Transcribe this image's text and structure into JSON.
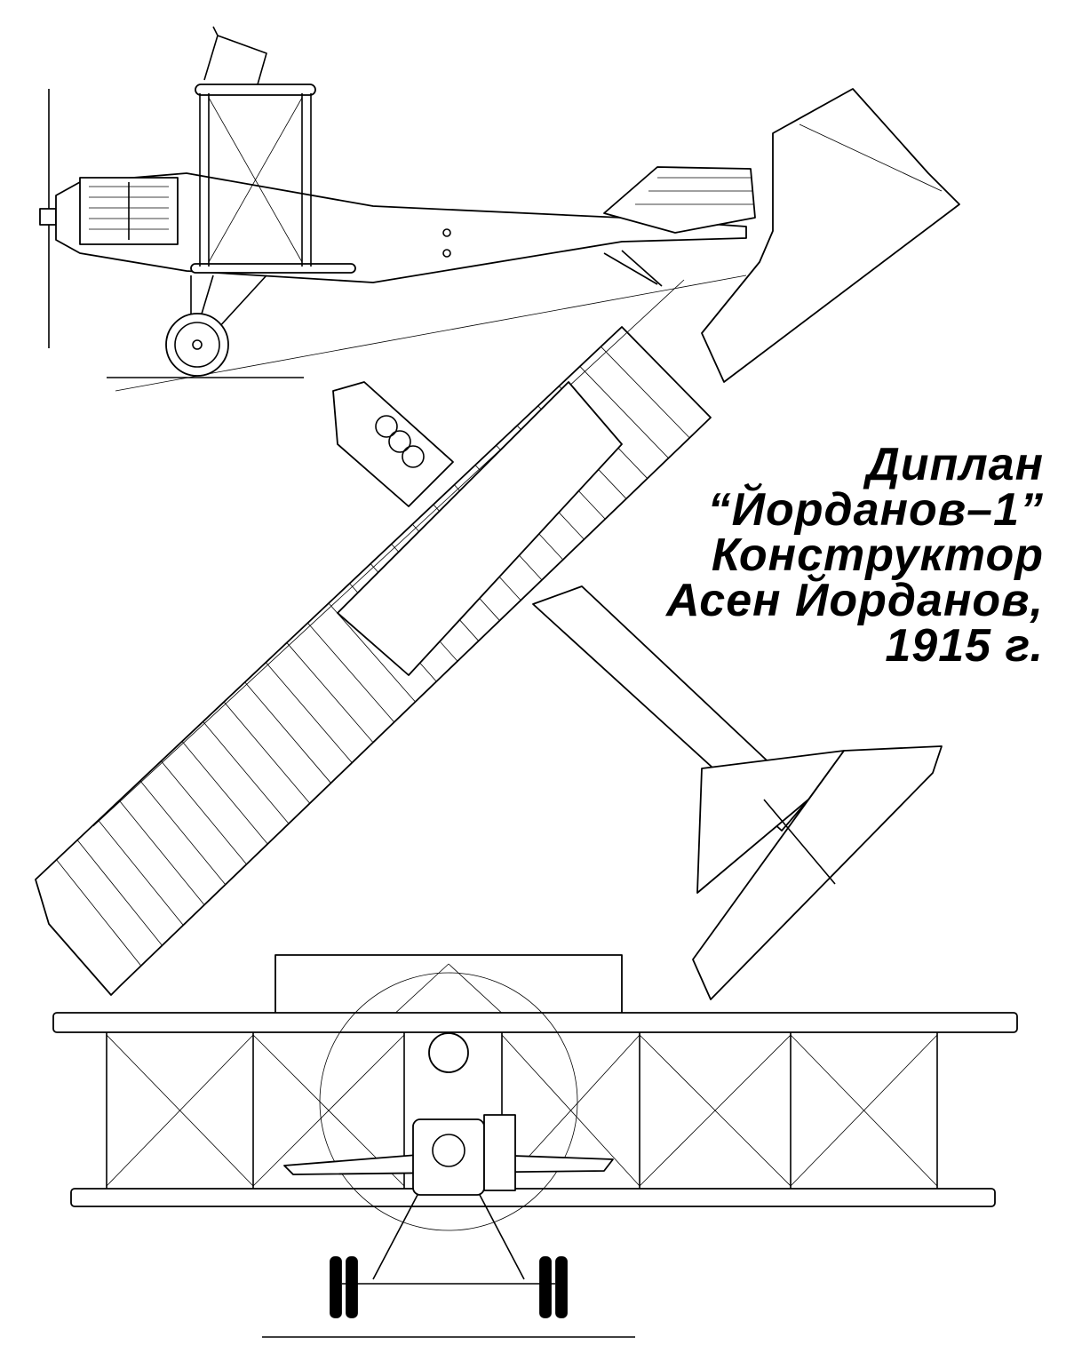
{
  "caption": {
    "line1": "Диплан",
    "line2": "“Йорданов–1”",
    "line3": "Конструктор",
    "line4": "Асен Йорданов,",
    "line5": "1915 г."
  },
  "colors": {
    "ink": "#000000",
    "paper": "#ffffff"
  }
}
